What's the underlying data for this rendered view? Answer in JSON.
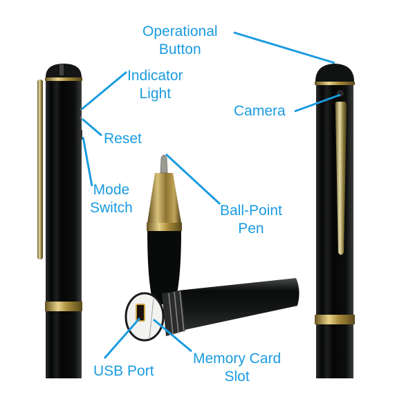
{
  "image": {
    "description": "Spy camera pen product diagram with labeled features",
    "label_color": "#1a9be0",
    "pen_body_color": "#0b0d0c",
    "gold_trim_color": "#c9a64a"
  },
  "labels": {
    "operational_button": {
      "line1": "Operational",
      "line2": "Button"
    },
    "indicator_light": {
      "line1": "Indicator",
      "line2": "Light"
    },
    "reset": {
      "line1": "Reset"
    },
    "mode_switch": {
      "line1": "Mode",
      "line2": "Switch"
    },
    "camera": {
      "line1": "Camera"
    },
    "ball_point_pen": {
      "line1": "Ball-Point",
      "line2": "Pen"
    },
    "usb_port": {
      "line1": "USB Port"
    },
    "memory_card_slot": {
      "line1": "Memory Card",
      "line2": "Slot"
    }
  }
}
